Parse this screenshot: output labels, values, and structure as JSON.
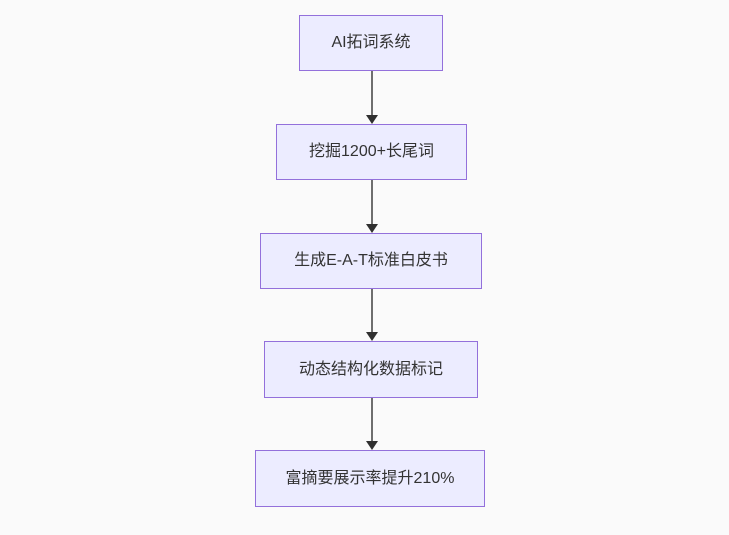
{
  "background": "#fafafa",
  "diagram": {
    "type": "flowchart",
    "direction": "top-down",
    "node_fill": "#ececff",
    "node_border": "#9370db",
    "text_color": "#333333",
    "arrow_shaft_color": "#6e6e6e",
    "arrow_head_color": "#2f2f2f",
    "nodes": [
      {
        "id": "A",
        "label": "AI拓词系统"
      },
      {
        "id": "B",
        "label": "挖掘1200+长尾词"
      },
      {
        "id": "C",
        "label": "生成E-A-T标准白皮书"
      },
      {
        "id": "D",
        "label": "动态结构化数据标记"
      },
      {
        "id": "E",
        "label": "富摘要展示率提升210%"
      }
    ],
    "edges": [
      {
        "from": "A",
        "to": "B"
      },
      {
        "from": "B",
        "to": "C"
      },
      {
        "from": "C",
        "to": "D"
      },
      {
        "from": "D",
        "to": "E"
      }
    ]
  }
}
